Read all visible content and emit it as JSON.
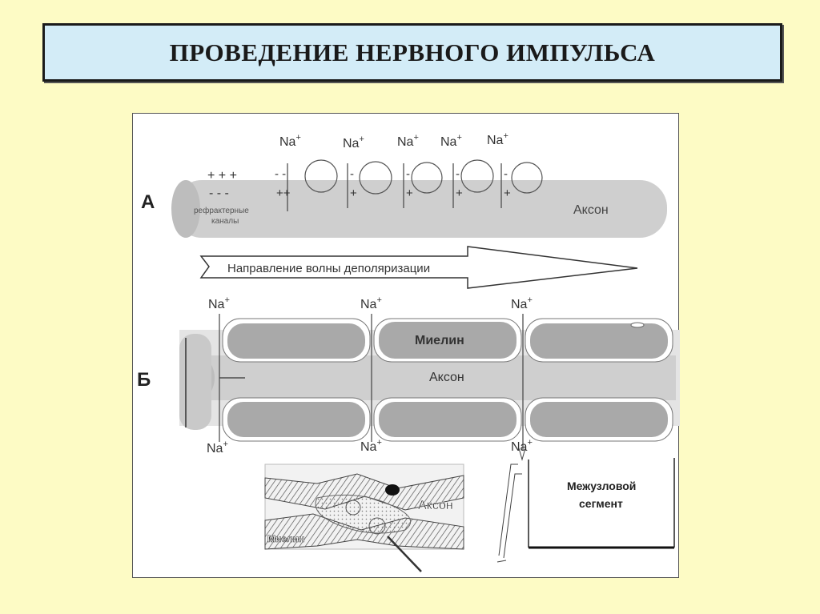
{
  "slide": {
    "title": "ПРОВЕДЕНИЕ НЕРВНОГО ИМПУЛЬСА"
  },
  "panel_a": {
    "letter": "А",
    "na_label": "Na",
    "na_sup": "+",
    "top_charges": "+ + +",
    "bottom_charges": "- - -",
    "refractory_line1": "рефрактерные",
    "refractory_line2": "каналы",
    "minus_pair": "- -",
    "plus_pair": "++",
    "minus_single": "-",
    "plus_single": "+",
    "axon_label": "Аксон"
  },
  "arrow": {
    "label": "Направление волны деполяризации"
  },
  "panel_b": {
    "letter": "Б",
    "na_label": "Na",
    "na_sup": "+",
    "myelin_label": "Миелин",
    "axon_label": "Аксон"
  },
  "micrograph": {
    "axon_label": "Аксон",
    "myelin_label": "Миелин"
  },
  "internode": {
    "line1": "Межузловой",
    "line2": "сегмент"
  },
  "colors": {
    "background": "#fdfbc5",
    "title_fill": "#d3ecf7",
    "axon_gray": "#cfcfcf",
    "myelin_gray": "#a9a9a9"
  }
}
